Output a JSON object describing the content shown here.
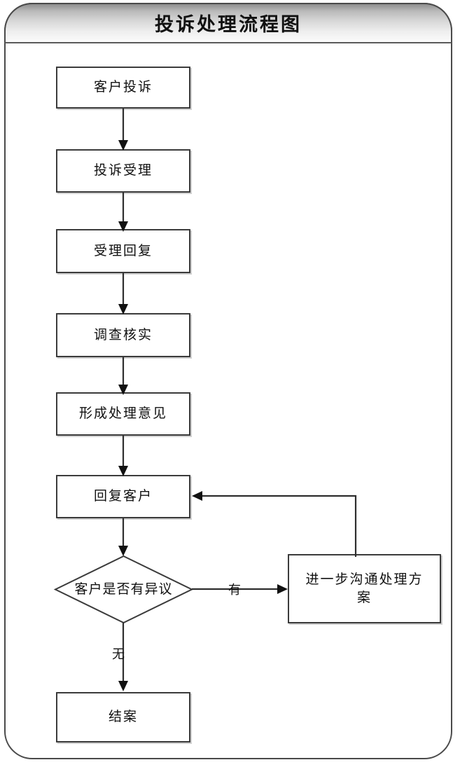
{
  "diagram": {
    "title": "投诉处理流程图",
    "nodes": [
      {
        "id": "complaint",
        "label": "客户投诉",
        "shape": "process"
      },
      {
        "id": "acceptance",
        "label": "投诉受理",
        "shape": "process"
      },
      {
        "id": "reply_receipt",
        "label": "受理回复",
        "shape": "process"
      },
      {
        "id": "investigate",
        "label": "调查核实",
        "shape": "process"
      },
      {
        "id": "form_opinion",
        "label": "形成处理意见",
        "shape": "process"
      },
      {
        "id": "reply_customer",
        "label": "回复客户",
        "shape": "process"
      },
      {
        "id": "objection",
        "label": "客户是否有异议",
        "shape": "decision"
      },
      {
        "id": "further_comm",
        "label": "进一步沟通处理方案",
        "shape": "process"
      },
      {
        "id": "close_case",
        "label": "结案",
        "shape": "process"
      }
    ],
    "edge_labels": {
      "yes": "有",
      "no": "无"
    },
    "colors": {
      "border": "#3b3b3b",
      "connector": "#2e2e2e",
      "text": "#111111",
      "background": "#ffffff",
      "header_top": "#8e8e8e",
      "header_bottom": "#fbfbfb"
    }
  }
}
